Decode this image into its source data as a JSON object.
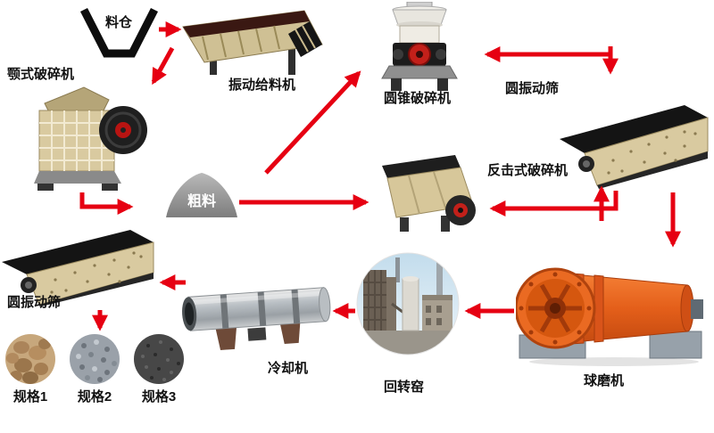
{
  "diagram": {
    "nodes": {
      "hopper": "料仓",
      "vibrating_feeder": "振动给料机",
      "jaw_crusher": "颚式破碎机",
      "cone_crusher": "圆锥破碎机",
      "vibrating_screen_top": "圆振动筛",
      "impact_crusher": "反击式破碎机",
      "coarse_material": "粗料",
      "vibrating_screen_bottom": "圆振动筛",
      "cooler": "冷却机",
      "rotary_kiln": "回转窑",
      "ball_mill": "球磨机",
      "spec1": "规格1",
      "spec2": "规格2",
      "spec3": "规格3"
    },
    "colors": {
      "arrow": "#e60012",
      "label_text": "#111111",
      "pile_text": "#ffffff",
      "background": "#ffffff"
    }
  }
}
